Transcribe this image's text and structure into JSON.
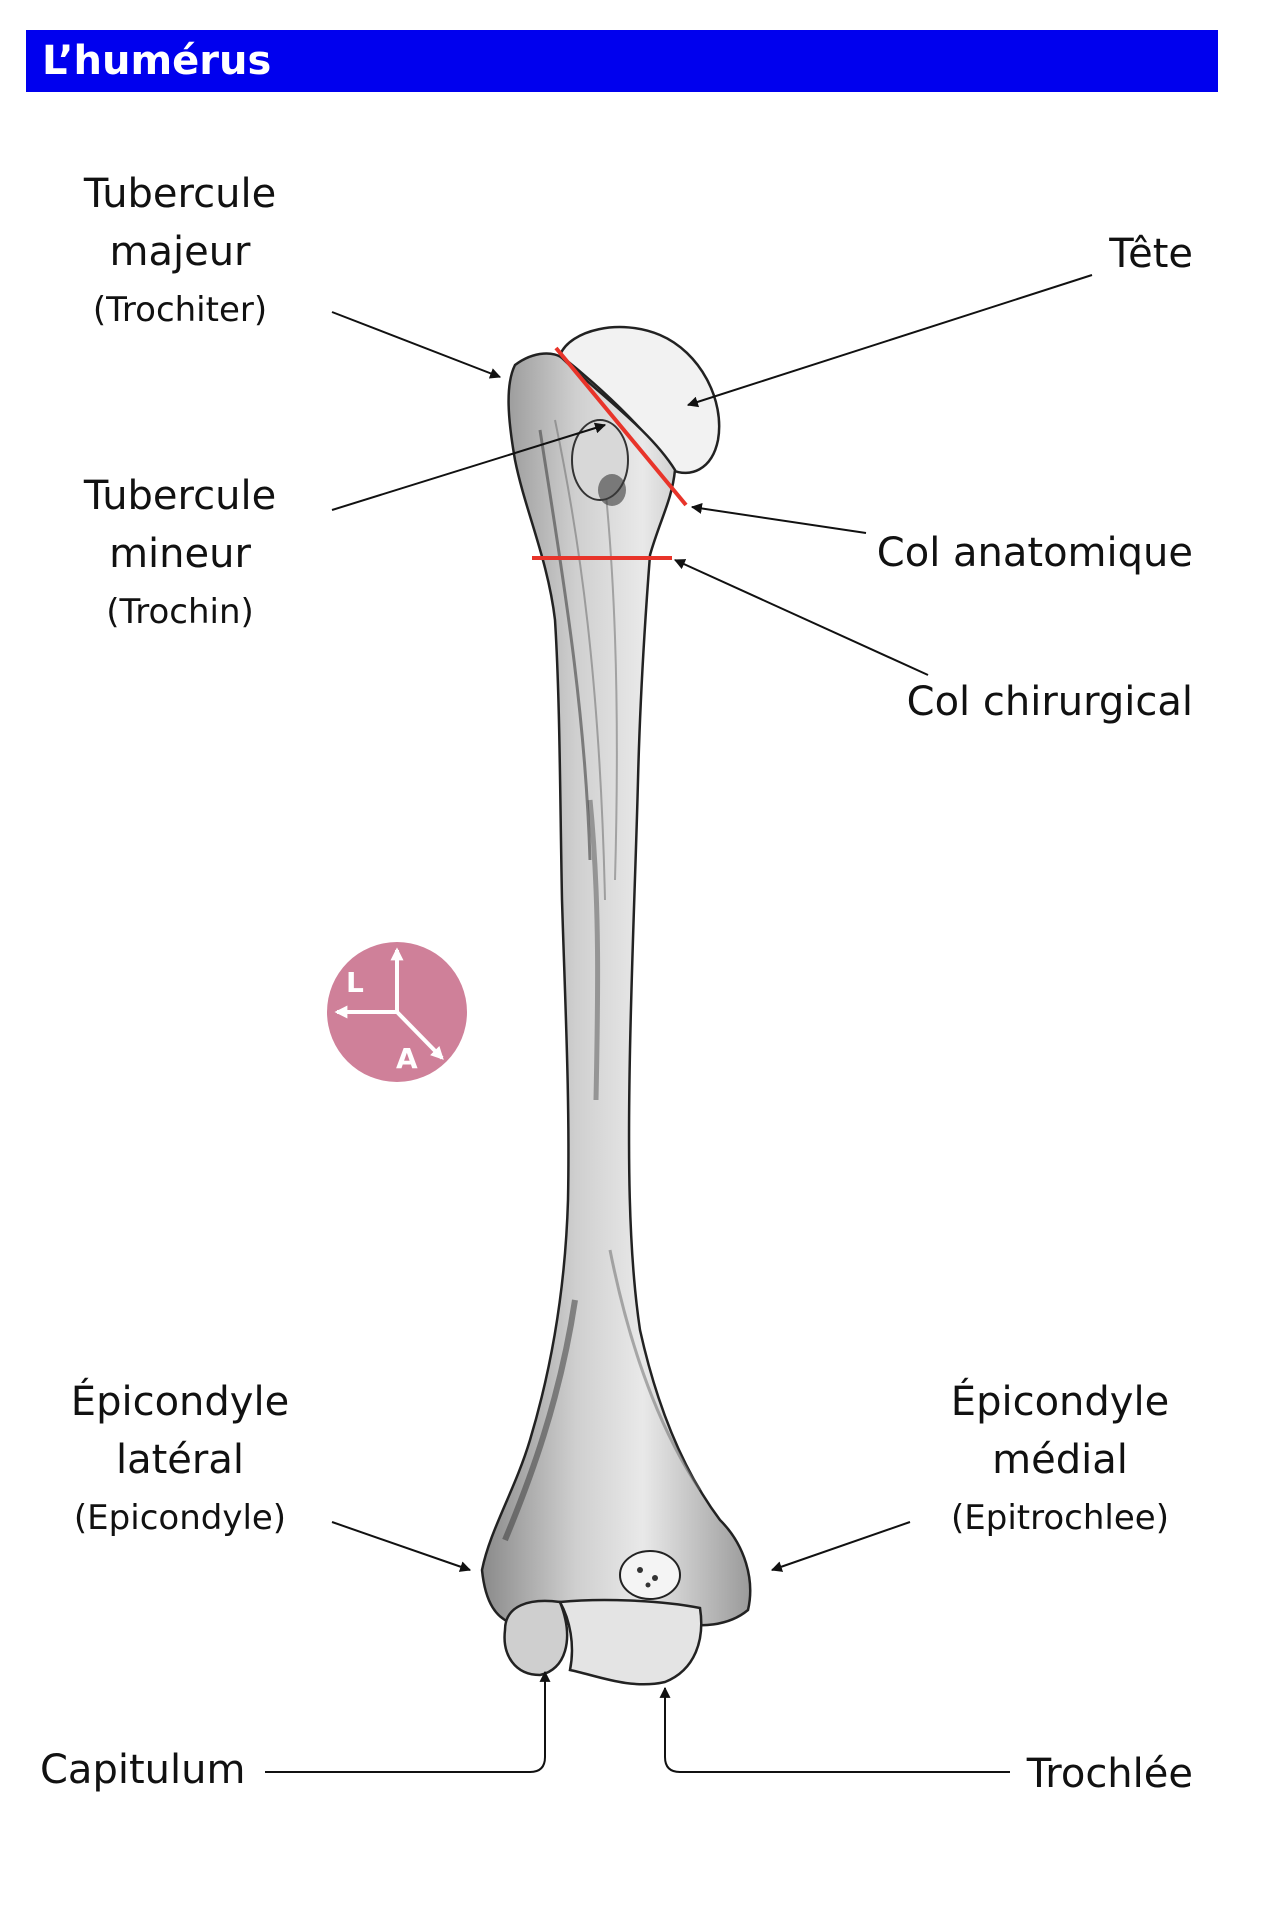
{
  "header": {
    "title": "L’humérus"
  },
  "colors": {
    "header_bg": "#0000ee",
    "cut_line": "#e8342a",
    "compass": "#cf8099"
  },
  "labels": {
    "tubercule_majeur": {
      "line1": "Tubercule",
      "line2": "majeur",
      "alt": "(Trochiter)"
    },
    "tete": "Tête",
    "tubercule_mineur": {
      "line1": "Tubercule",
      "line2": "mineur",
      "alt": "(Trochin)"
    },
    "col_anatomique": "Col anatomique",
    "col_chirurgical": "Col chirurgical",
    "epicondyle_lateral": {
      "line1": "Épicondyle",
      "line2": "latéral",
      "alt": "(Epicondyle)"
    },
    "epicondyle_medial": {
      "line1": "Épicondyle",
      "line2": "médial",
      "alt": "(Epitrochlee)"
    },
    "capitulum": "Capitulum",
    "trochlee": "Trochlée"
  },
  "compass": {
    "lateral": "L",
    "anterior": "A",
    "icon": "orientation-compass-icon"
  }
}
